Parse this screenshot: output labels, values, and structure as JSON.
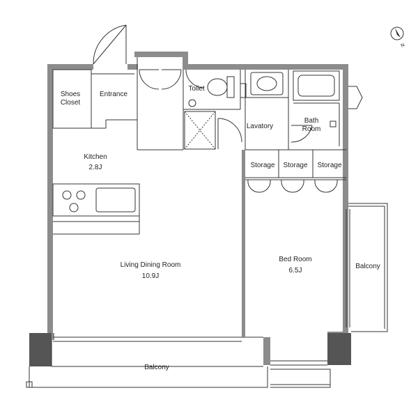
{
  "rooms": {
    "shoes_closet": {
      "line1": "Shoes",
      "line2": "Closet"
    },
    "entrance": "Entrance",
    "toilet": "Toilet",
    "lavatory": "Lavatory",
    "bath_room": {
      "line1": "Bath",
      "line2": "Room"
    },
    "kitchen": {
      "name": "Kitchen",
      "size": "2.8J"
    },
    "storage_1": "Storage",
    "storage_2": "Storage",
    "storage_3": "Storage",
    "living_dining": {
      "name": "Living Dining Room",
      "size": "10.9J"
    },
    "bed_room": {
      "name": "Bed Room",
      "size": "6.5J"
    },
    "balcony_east": "Balcony",
    "balcony_south": "Balcony"
  },
  "compass": {
    "north_label": "N"
  },
  "colors": {
    "wall": "#8c8c8c",
    "wall_dark": "#555555",
    "line": "#333333"
  }
}
